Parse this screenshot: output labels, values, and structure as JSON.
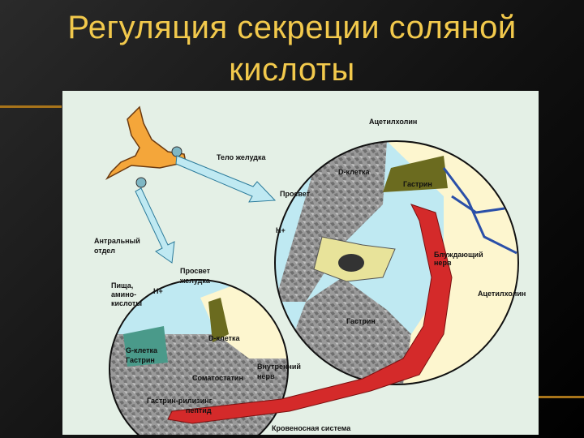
{
  "slide": {
    "title_line1": "Регуляция секреции соляной",
    "title_line2": "кислоты"
  },
  "diagram": {
    "labels": {
      "acetylcholine_top": "Ацетилхолин",
      "stomach_body": "Тело желудка",
      "d_cell_top": "D-клетка",
      "gastrin_top": "Гастрин",
      "lumen": "Просвет",
      "h_plus_top": "H+",
      "antral": "Антральный",
      "antral2": "отдел",
      "vagus": "Блуждающий",
      "vagus2": "нерв",
      "gastric_lumen": "Просвет",
      "gastric_lumen2": "желудка",
      "food": "Пища,",
      "food2": "амино-",
      "food3": "кислоты",
      "h_plus_left": "H+",
      "acetylcholine_right": "Ацетилхолин",
      "d_cell_left": "D-клетка",
      "g_cell": "G-клетка",
      "g_cell2": "Гастрин",
      "gastrin_mid": "Гастрин",
      "somatostatin": "Соматостатин",
      "inner_nerve": "Внутренний",
      "inner_nerve2": "нерв",
      "grp": "Гастрин-рилизинг",
      "grp2": "пептид",
      "blood": "Кровеносная система"
    }
  }
}
